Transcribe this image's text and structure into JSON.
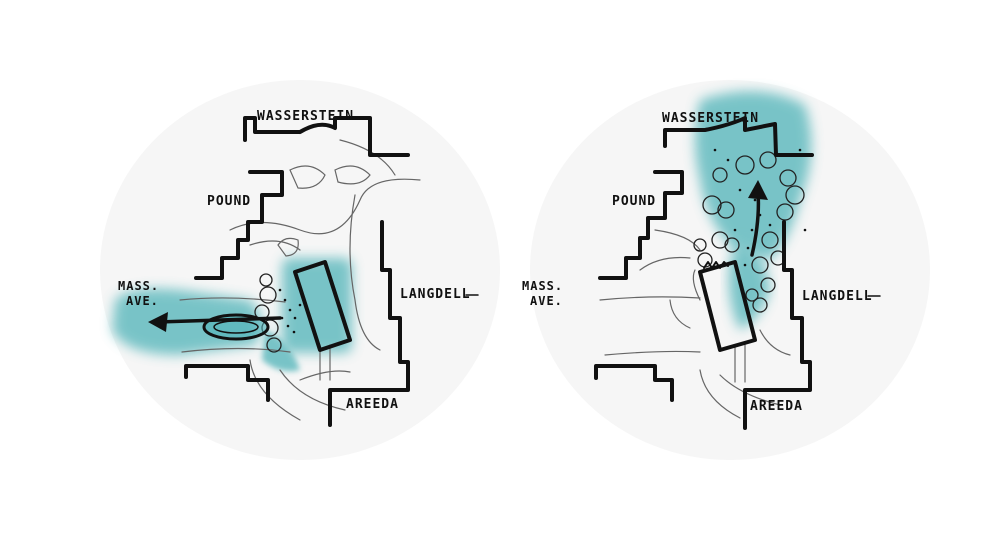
{
  "colors": {
    "ink": "#111111",
    "wash": "#4fb3b8",
    "pencil": "#666666",
    "paper": "#ffffff"
  },
  "diagrams": [
    {
      "labels": {
        "north": "WASSERSTEIN",
        "west_upper": "POUND",
        "west_lower_1": "MASS.",
        "west_lower_2": "AVE.",
        "east": "LANGDELL",
        "south": "AREEDA"
      }
    },
    {
      "labels": {
        "north": "WASSERSTEIN",
        "west_upper": "POUND",
        "west_lower_1": "MASS.",
        "west_lower_2": "AVE.",
        "east": "LANGDELL",
        "south": "AREEDA"
      }
    }
  ]
}
